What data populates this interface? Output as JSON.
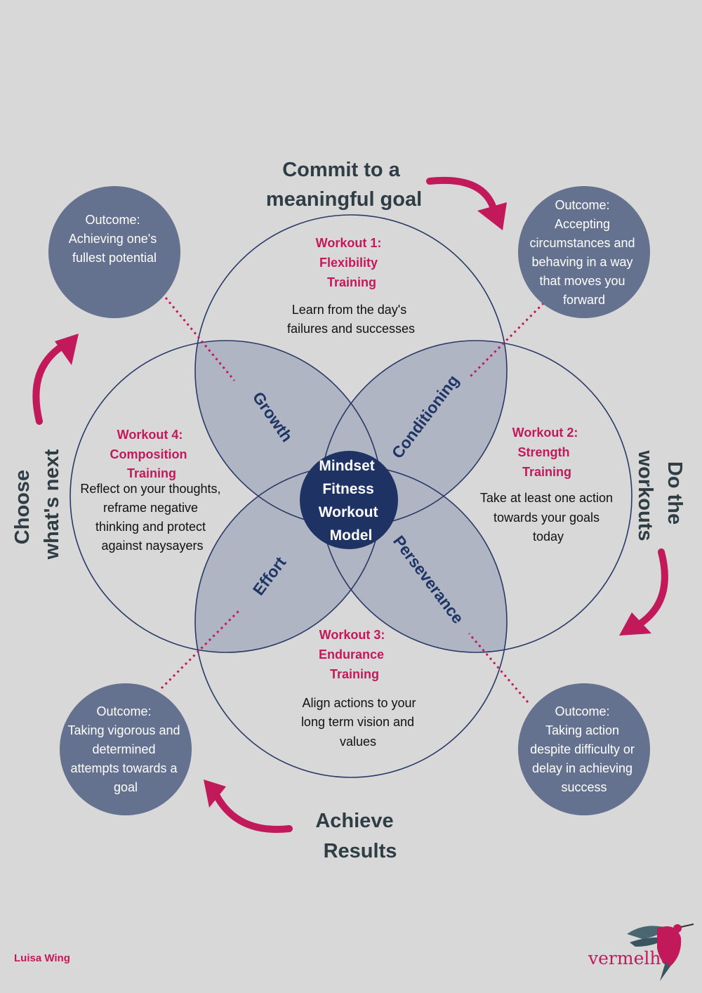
{
  "steps": {
    "top": [
      "Commit to a",
      "meaningful goal"
    ],
    "right": [
      "Do the",
      "workouts"
    ],
    "bottom": [
      "Achieve",
      "Results"
    ],
    "left": [
      "Choose",
      "what's next"
    ]
  },
  "center": [
    "Mindset",
    "Fitness",
    "Workout",
    "Model"
  ],
  "workouts": [
    {
      "title": [
        "Workout 1:",
        "Flexibility",
        "Training"
      ],
      "body": [
        "Learn from the day's",
        "failures and successes"
      ]
    },
    {
      "title": [
        "Workout 2:",
        "Strength",
        "Training"
      ],
      "body": [
        "Take at least one action",
        "towards your goals",
        "today"
      ]
    },
    {
      "title": [
        "Workout 3:",
        "Endurance",
        "Training"
      ],
      "body": [
        "Align actions to your",
        "long term vision and",
        "values"
      ]
    },
    {
      "title": [
        "Workout 4:",
        "Composition",
        "Training"
      ],
      "body": [
        "Reflect on your thoughts,",
        "reframe negative",
        "thinking and protect",
        "against naysayers"
      ]
    }
  ],
  "petals": {
    "growth": "Growth",
    "conditioning": "Conditioning",
    "effort": "Effort",
    "perseverance": "Perseverance"
  },
  "outcomes": {
    "top_left": [
      "Outcome:",
      "Achieving one's",
      "fullest potential"
    ],
    "top_right": [
      "Outcome:",
      "Accepting",
      "circumstances and",
      "behaving in a way",
      "that moves you",
      "forward"
    ],
    "bottom_left": [
      "Outcome:",
      "Taking vigorous and",
      "determined",
      "attempts towards a",
      "goal"
    ],
    "bottom_right": [
      "Outcome:",
      "Taking action",
      "despite difficulty or",
      "delay in achieving",
      "success"
    ]
  },
  "footer": {
    "author": "Luisa Wing",
    "brand": "vermelho"
  },
  "colors": {
    "background": "#d8d8d9",
    "accent": "#c2195b",
    "navy": "#1f3566",
    "outcome_fill": "#65728f",
    "petal_fill": "#b0b5c4"
  }
}
